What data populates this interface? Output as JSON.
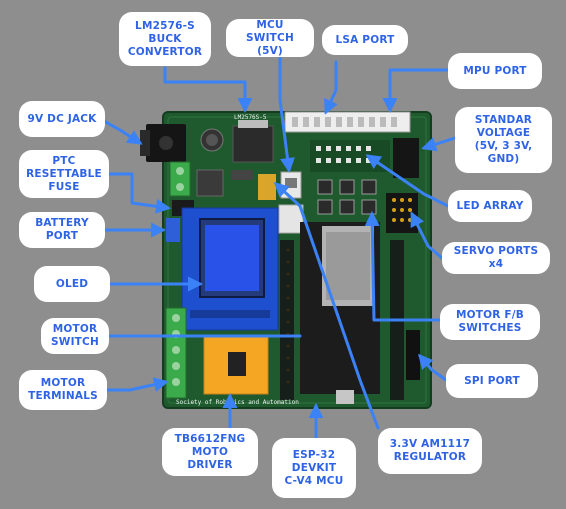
{
  "labels": {
    "lm2576": "LM2576-S\nBUCK\nCONVERTOR",
    "mcu_switch": "MCU SWITCH\n(5V)",
    "lsa_port": "LSA PORT",
    "mpu_port": "MPU PORT",
    "dc_jack": "9V DC JACK",
    "standard_voltage": "STANDAR\nVOLTAGE\n(5V, 3 3V, GND)",
    "ptc_fuse": "PTC\nRESETTABLE\nFUSE",
    "led_array": "LED ARRAY",
    "battery_port": "BATTERY\nPORT",
    "servo_ports": "SERVO PORTS x4",
    "oled": "OLED",
    "motor_fb_switches": "MOTOR F/B\nSWITCHES",
    "motor_switch": "MOTOR\nSWITCH",
    "spi_port": "SPI PORT",
    "motor_terminals": "MOTOR\nTERMINALS",
    "tb6612": "TB6612FNG\nMOTO DRIVER",
    "esp32": "ESP-32\nDEVKIT\nC-V4 MCU",
    "ams1117": "3.3V AM1117\nREGULATOR"
  },
  "board_silkscreen": {
    "lm_part": "LM2576S-5",
    "bottom_text": "Society of Robotics and Automation"
  },
  "colors": {
    "background": "#8e8e8e",
    "label_bg": "#ffffff",
    "label_text": "#2f63e6",
    "arrow": "#3b82f6",
    "pcb": "#1f5a2e",
    "oled_screen": "#2952e8",
    "driver_board": "#f5a623",
    "terminal_green": "#3aaa4a"
  }
}
